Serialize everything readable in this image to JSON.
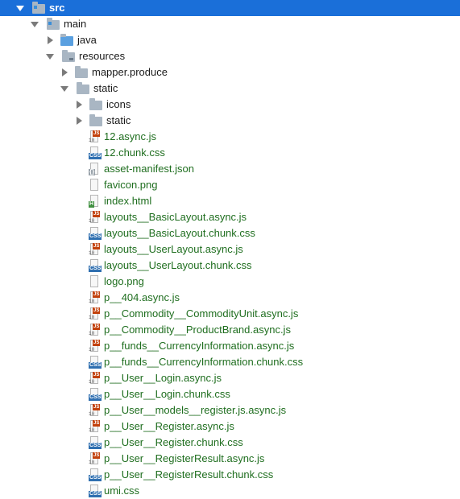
{
  "tree": {
    "src": "src",
    "main": "main",
    "java": "java",
    "resources": "resources",
    "mapper_produce": "mapper.produce",
    "static": "static",
    "icons": "icons",
    "static_inner": "static",
    "files": [
      {
        "name": "12.async.js",
        "type": "js"
      },
      {
        "name": "12.chunk.css",
        "type": "css"
      },
      {
        "name": "asset-manifest.json",
        "type": "json"
      },
      {
        "name": "favicon.png",
        "type": "png"
      },
      {
        "name": "index.html",
        "type": "html"
      },
      {
        "name": "layouts__BasicLayout.async.js",
        "type": "js"
      },
      {
        "name": "layouts__BasicLayout.chunk.css",
        "type": "css"
      },
      {
        "name": "layouts__UserLayout.async.js",
        "type": "js"
      },
      {
        "name": "layouts__UserLayout.chunk.css",
        "type": "css"
      },
      {
        "name": "logo.png",
        "type": "png"
      },
      {
        "name": "p__404.async.js",
        "type": "js"
      },
      {
        "name": "p__Commodity__CommodityUnit.async.js",
        "type": "js"
      },
      {
        "name": "p__Commodity__ProductBrand.async.js",
        "type": "js"
      },
      {
        "name": "p__funds__CurrencyInformation.async.js",
        "type": "js"
      },
      {
        "name": "p__funds__CurrencyInformation.chunk.css",
        "type": "css"
      },
      {
        "name": "p__User__Login.async.js",
        "type": "js"
      },
      {
        "name": "p__User__Login.chunk.css",
        "type": "css"
      },
      {
        "name": "p__User__models__register.js.async.js",
        "type": "js"
      },
      {
        "name": "p__User__Register.async.js",
        "type": "js"
      },
      {
        "name": "p__User__Register.chunk.css",
        "type": "css"
      },
      {
        "name": "p__User__RegisterResult.async.js",
        "type": "js"
      },
      {
        "name": "p__User__RegisterResult.chunk.css",
        "type": "css"
      },
      {
        "name": "umi.css",
        "type": "css"
      }
    ]
  },
  "icons": {
    "js": "js-file-icon",
    "css": "css-file-icon",
    "json": "json-file-icon",
    "png": "image-file-icon",
    "html": "html-file-icon",
    "folder": "folder-icon"
  },
  "colors": {
    "selection": "#1a6fd9",
    "file_text": "#1f6e1f",
    "folder_text": "#1a1a1a"
  },
  "tag_text": {
    "js": "JS",
    "css": "CSS",
    "json": "{}",
    "html": "H",
    "png": "",
    "bin": "10\n010"
  }
}
